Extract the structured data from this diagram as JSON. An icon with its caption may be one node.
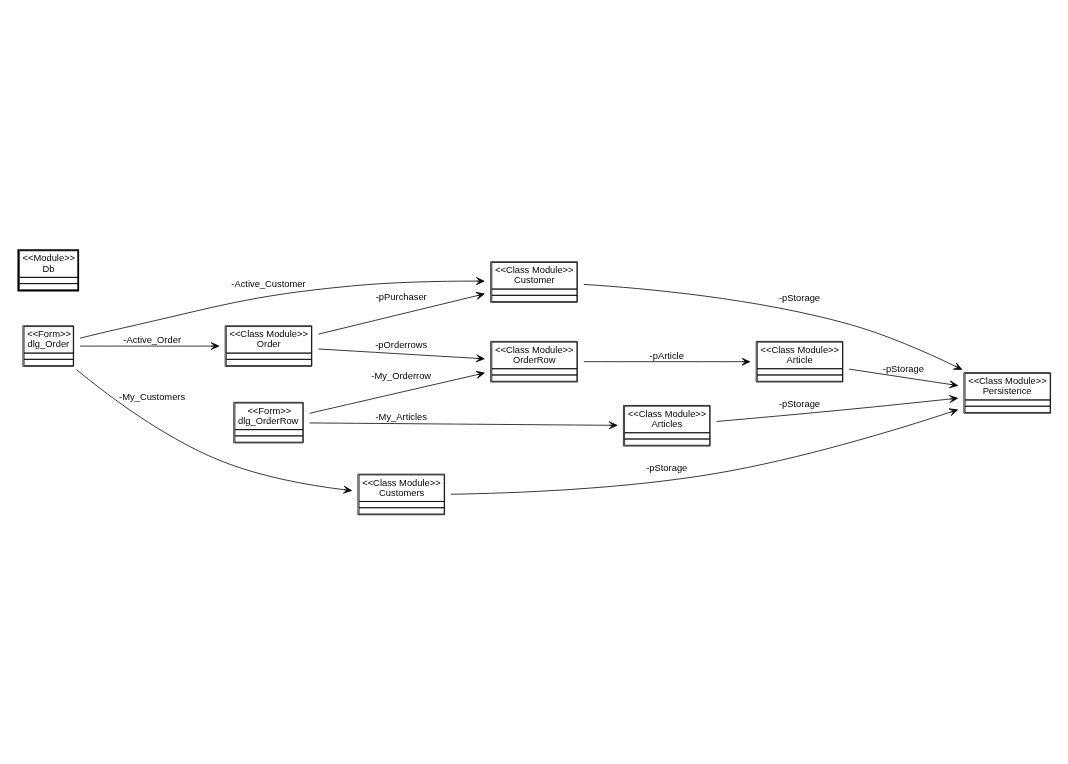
{
  "diagram": {
    "nodes": [
      {
        "text": [
          "<<Form>>",
          "dlg_Order"
        ]
      },
      {
        "text": [
          "<<Class Module>>",
          "Order"
        ]
      },
      {
        "text": [
          "<<Class Module>>",
          "Customer"
        ]
      },
      {
        "text": [
          "<<Class Module>>",
          "Customers"
        ]
      },
      {
        "text": [
          "<<Module>>",
          "Db"
        ]
      },
      {
        "text": [
          "<<Class Module>>",
          "Persistence"
        ]
      },
      {
        "text": [
          "<<Form>>",
          "dlg_OrderRow"
        ]
      },
      {
        "text": [
          "<<Class Module>>",
          "Articles"
        ]
      },
      {
        "text": [
          "<<Class Module>>",
          "OrderRow"
        ]
      },
      {
        "text": [
          "<<Class Module>>",
          "Article"
        ]
      }
    ],
    "edges": [
      {
        "from": 0,
        "to": 1,
        "arrow": "to",
        "label": "-Active_Order"
      },
      {
        "from": 0,
        "to": 2,
        "arrow": "to",
        "label": "-Active_Customer"
      },
      {
        "from": 0,
        "to": 3,
        "arrow": "to",
        "label": "-My_Customers"
      },
      {
        "from": 1,
        "to": 2,
        "arrow": "to",
        "label": "-pPurchaser"
      },
      {
        "from": 1,
        "to": 8,
        "arrow": "to",
        "label": "-pOrderrows"
      },
      {
        "from": 2,
        "to": 5,
        "arrow": "to",
        "label": "-pStorage"
      },
      {
        "from": 3,
        "to": 5,
        "arrow": "to",
        "label": "-pStorage"
      },
      {
        "from": 7,
        "to": 5,
        "arrow": "to",
        "label": "-pStorage"
      },
      {
        "from": 9,
        "to": 5,
        "arrow": "to",
        "label": "-pStorage"
      },
      {
        "from": 6,
        "to": 7,
        "arrow": "to",
        "label": "-My_Articles"
      },
      {
        "from": 6,
        "to": 8,
        "arrow": "to",
        "label": "-My_Orderrow"
      },
      {
        "from": 8,
        "to": 9,
        "arrow": "to",
        "label": "-pArticle"
      }
    ]
  }
}
